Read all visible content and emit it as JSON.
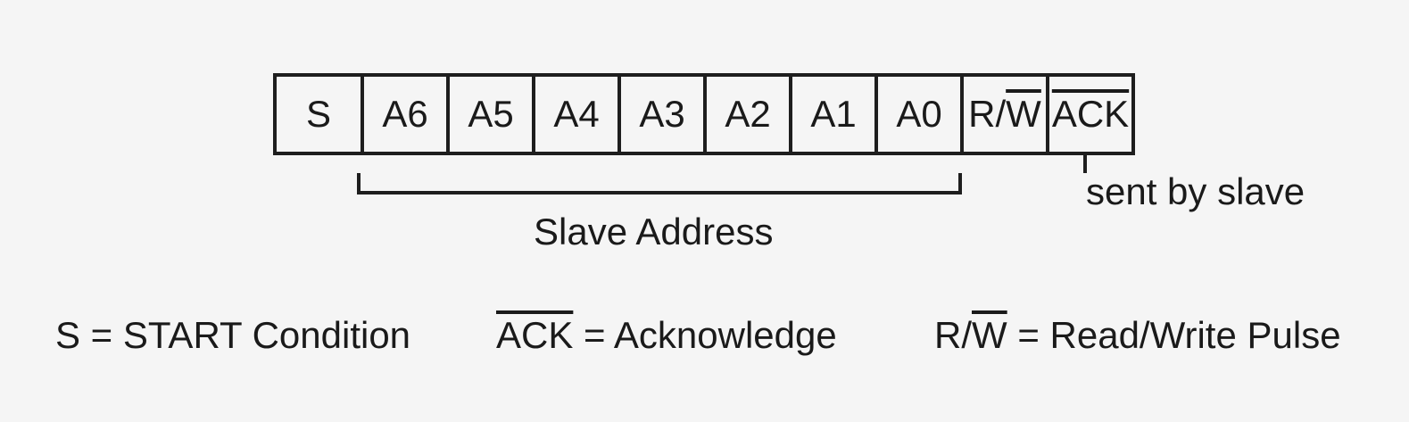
{
  "fields": [
    {
      "label": "S"
    },
    {
      "label": "A6"
    },
    {
      "label": "A5"
    },
    {
      "label": "A4"
    },
    {
      "label": "A3"
    },
    {
      "label": "A2"
    },
    {
      "label": "A1"
    },
    {
      "label": "A0"
    },
    {
      "label_prefix": "R/",
      "label_over": "W"
    },
    {
      "label_over": "ACK"
    }
  ],
  "annotations": {
    "ack_note": "sent by slave",
    "address_label": "Slave Address"
  },
  "legend": [
    {
      "symbol": "S",
      "text": " = START Condition"
    },
    {
      "symbol_over": "ACK",
      "text": " = Acknowledge"
    },
    {
      "symbol_prefix": "R/",
      "symbol_over": "W",
      "text": " = Read/Write Pulse"
    }
  ]
}
